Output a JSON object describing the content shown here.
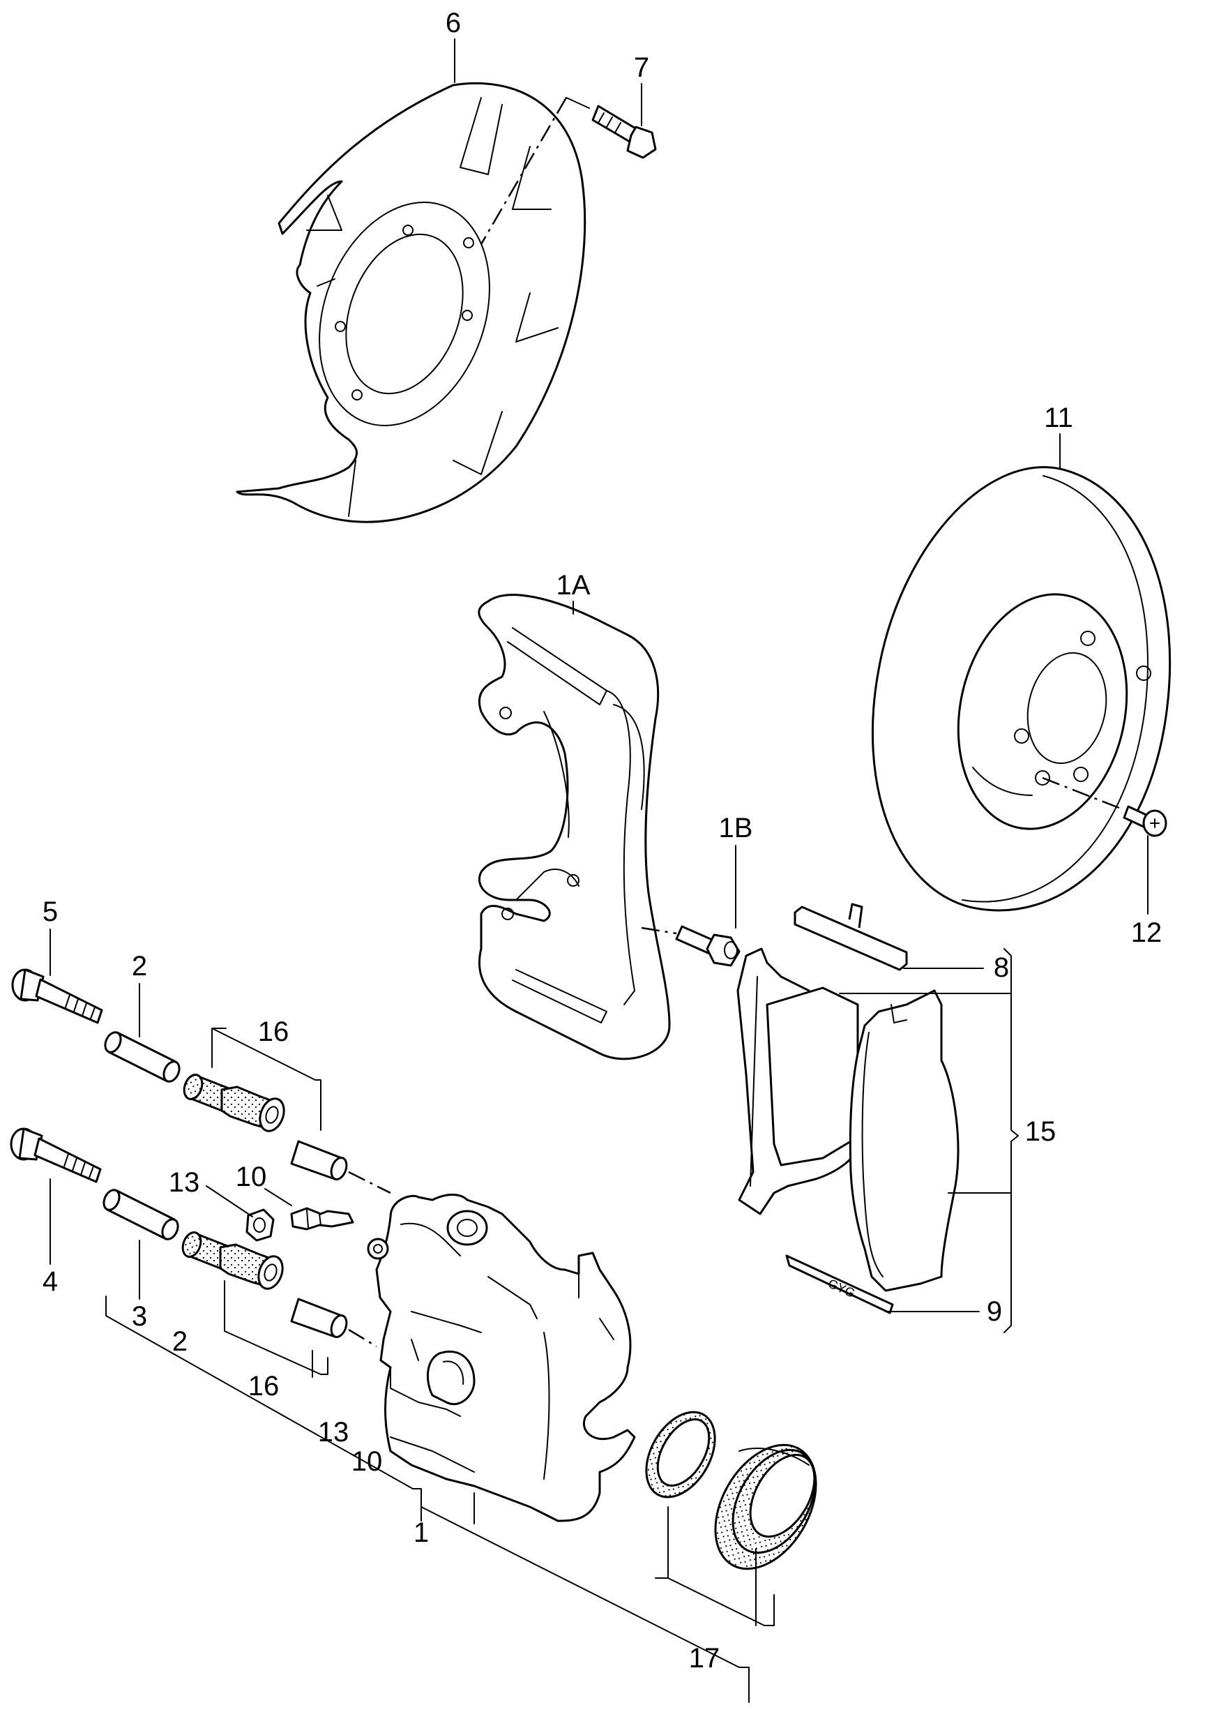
{
  "labels": {
    "l6": "6",
    "l7": "7",
    "l11": "11",
    "l1A": "1A",
    "l1B": "1B",
    "l12": "12",
    "l5": "5",
    "l2_top": "2",
    "l16_top": "16",
    "l8": "8",
    "l15": "15",
    "l13_top": "13",
    "l10_top": "10",
    "l4": "4",
    "l3": "3",
    "l2_bottom": "2",
    "l16_bottom": "16",
    "l13_bottom": "13",
    "l10_bottom": "10",
    "l9": "9",
    "l1": "1",
    "l17": "17"
  },
  "pad_marking": "GYG"
}
